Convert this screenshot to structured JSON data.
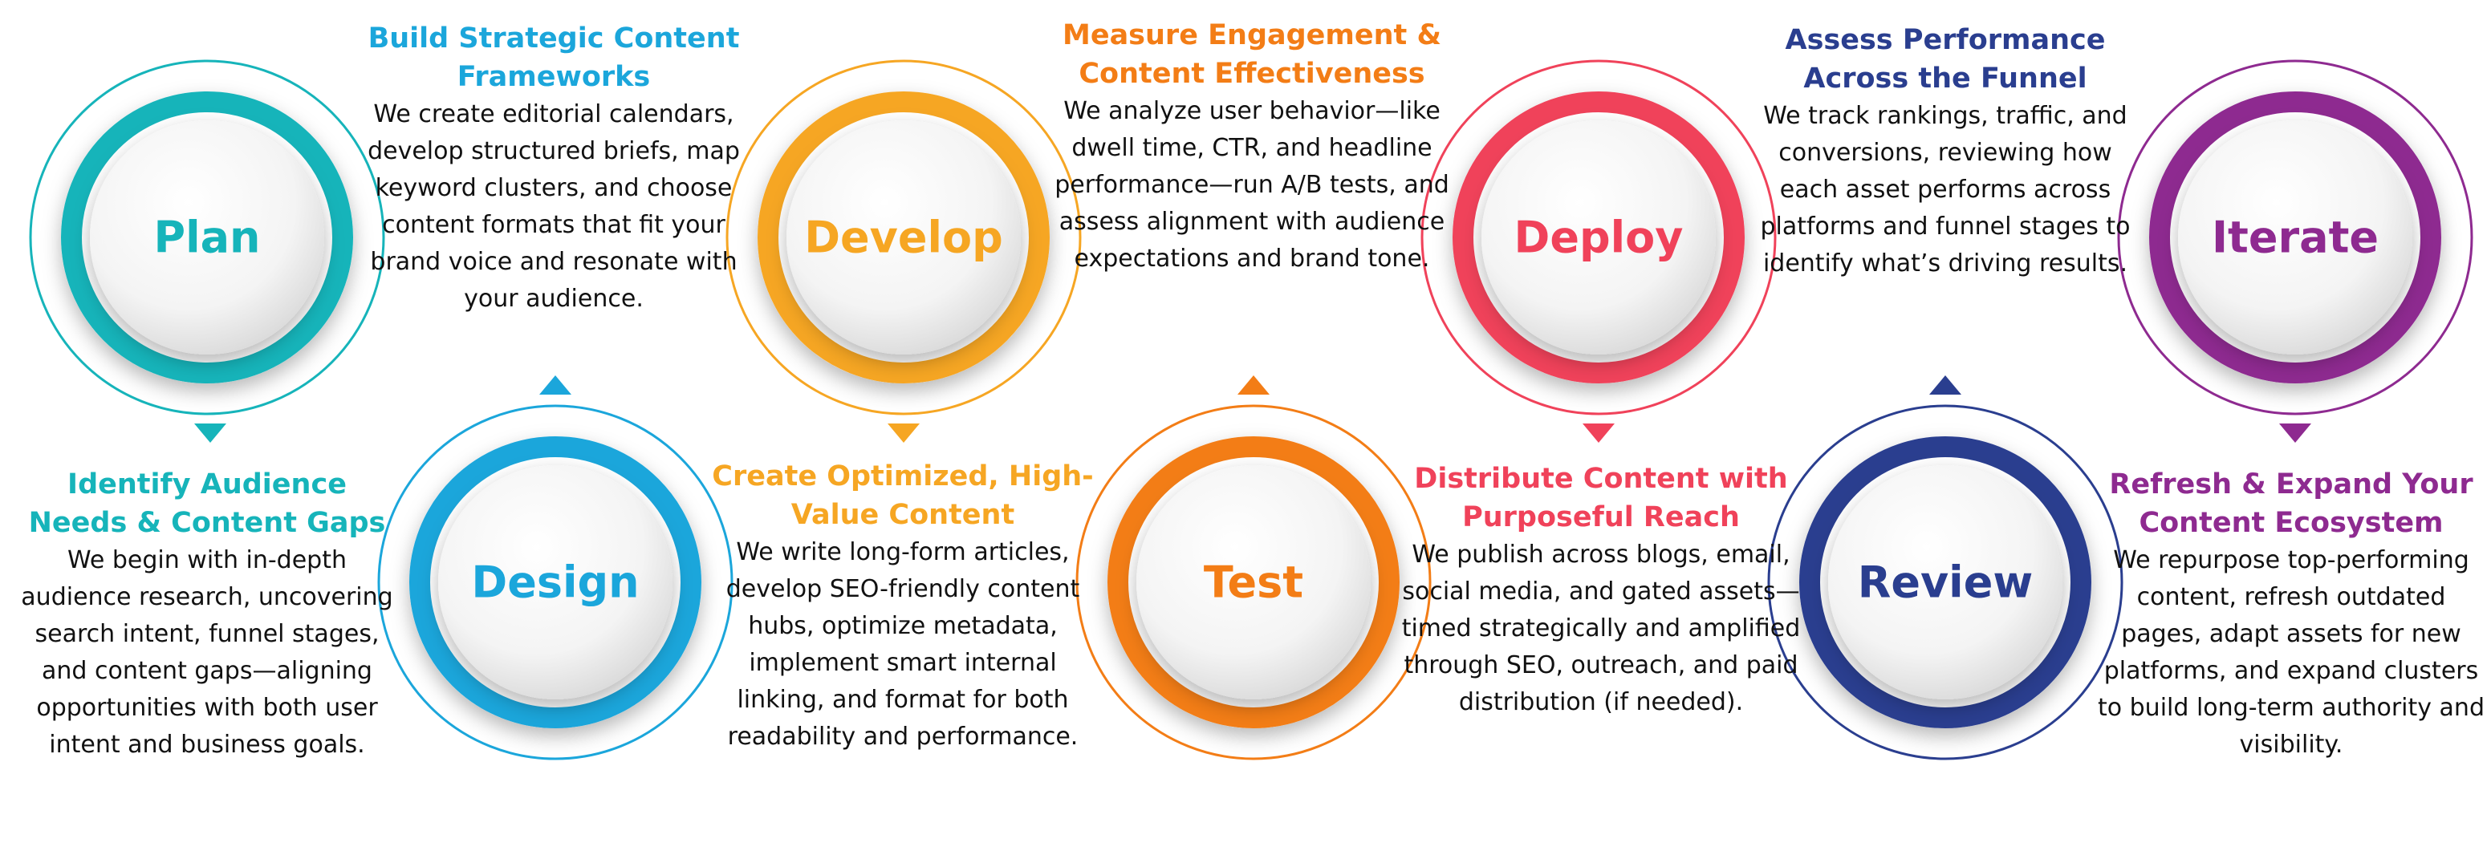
{
  "stages": [
    {
      "label": "Plan",
      "color": "#16B4BA",
      "heading": "Identify Audience Needs & Content Gaps",
      "body": "We begin with in-depth audience research, uncovering search intent, funnel stages, and content gaps—aligning opportunities with both user intent and business goals."
    },
    {
      "label": "Design",
      "color": "#1BA6DB",
      "heading": "Build Strategic Content Frameworks",
      "body": "We create editorial calendars, develop structured briefs, map keyword clusters, and choose content formats that fit your brand voice and resonate with your audience."
    },
    {
      "label": "Develop",
      "color": "#F6A623",
      "heading": "Create Optimized, High-Value Content",
      "body": "We write long-form articles, develop SEO-friendly content hubs, optimize metadata, implement smart internal linking, and format for both readability and performance."
    },
    {
      "label": "Test",
      "color": "#F37D16",
      "heading": "Measure Engagement & Content Effectiveness",
      "body": "We analyze user behavior—like dwell time, CTR, and headline performance—run A/B tests, and assess alignment with audience expectations and brand tone."
    },
    {
      "label": "Deploy",
      "color": "#F0425A",
      "heading": "Distribute Content with Purposeful Reach",
      "body": "We publish across blogs, email, social media, and gated assets—timed strategically and amplified through SEO, outreach, and paid distribution (if needed)."
    },
    {
      "label": "Review",
      "color": "#2A3E8F",
      "heading": "Assess Performance Across the Funnel",
      "body": "We track rankings, traffic, and conversions, reviewing how each asset performs across platforms and funnel stages to identify what’s driving results."
    },
    {
      "label": "Iterate",
      "color": "#8E2A90",
      "heading": "Refresh & Expand Your Content Ecosystem",
      "body": "We repurpose top-performing content, refresh outdated pages, adapt assets for new platforms, and expand clusters to build long-term authority and visibility."
    }
  ]
}
